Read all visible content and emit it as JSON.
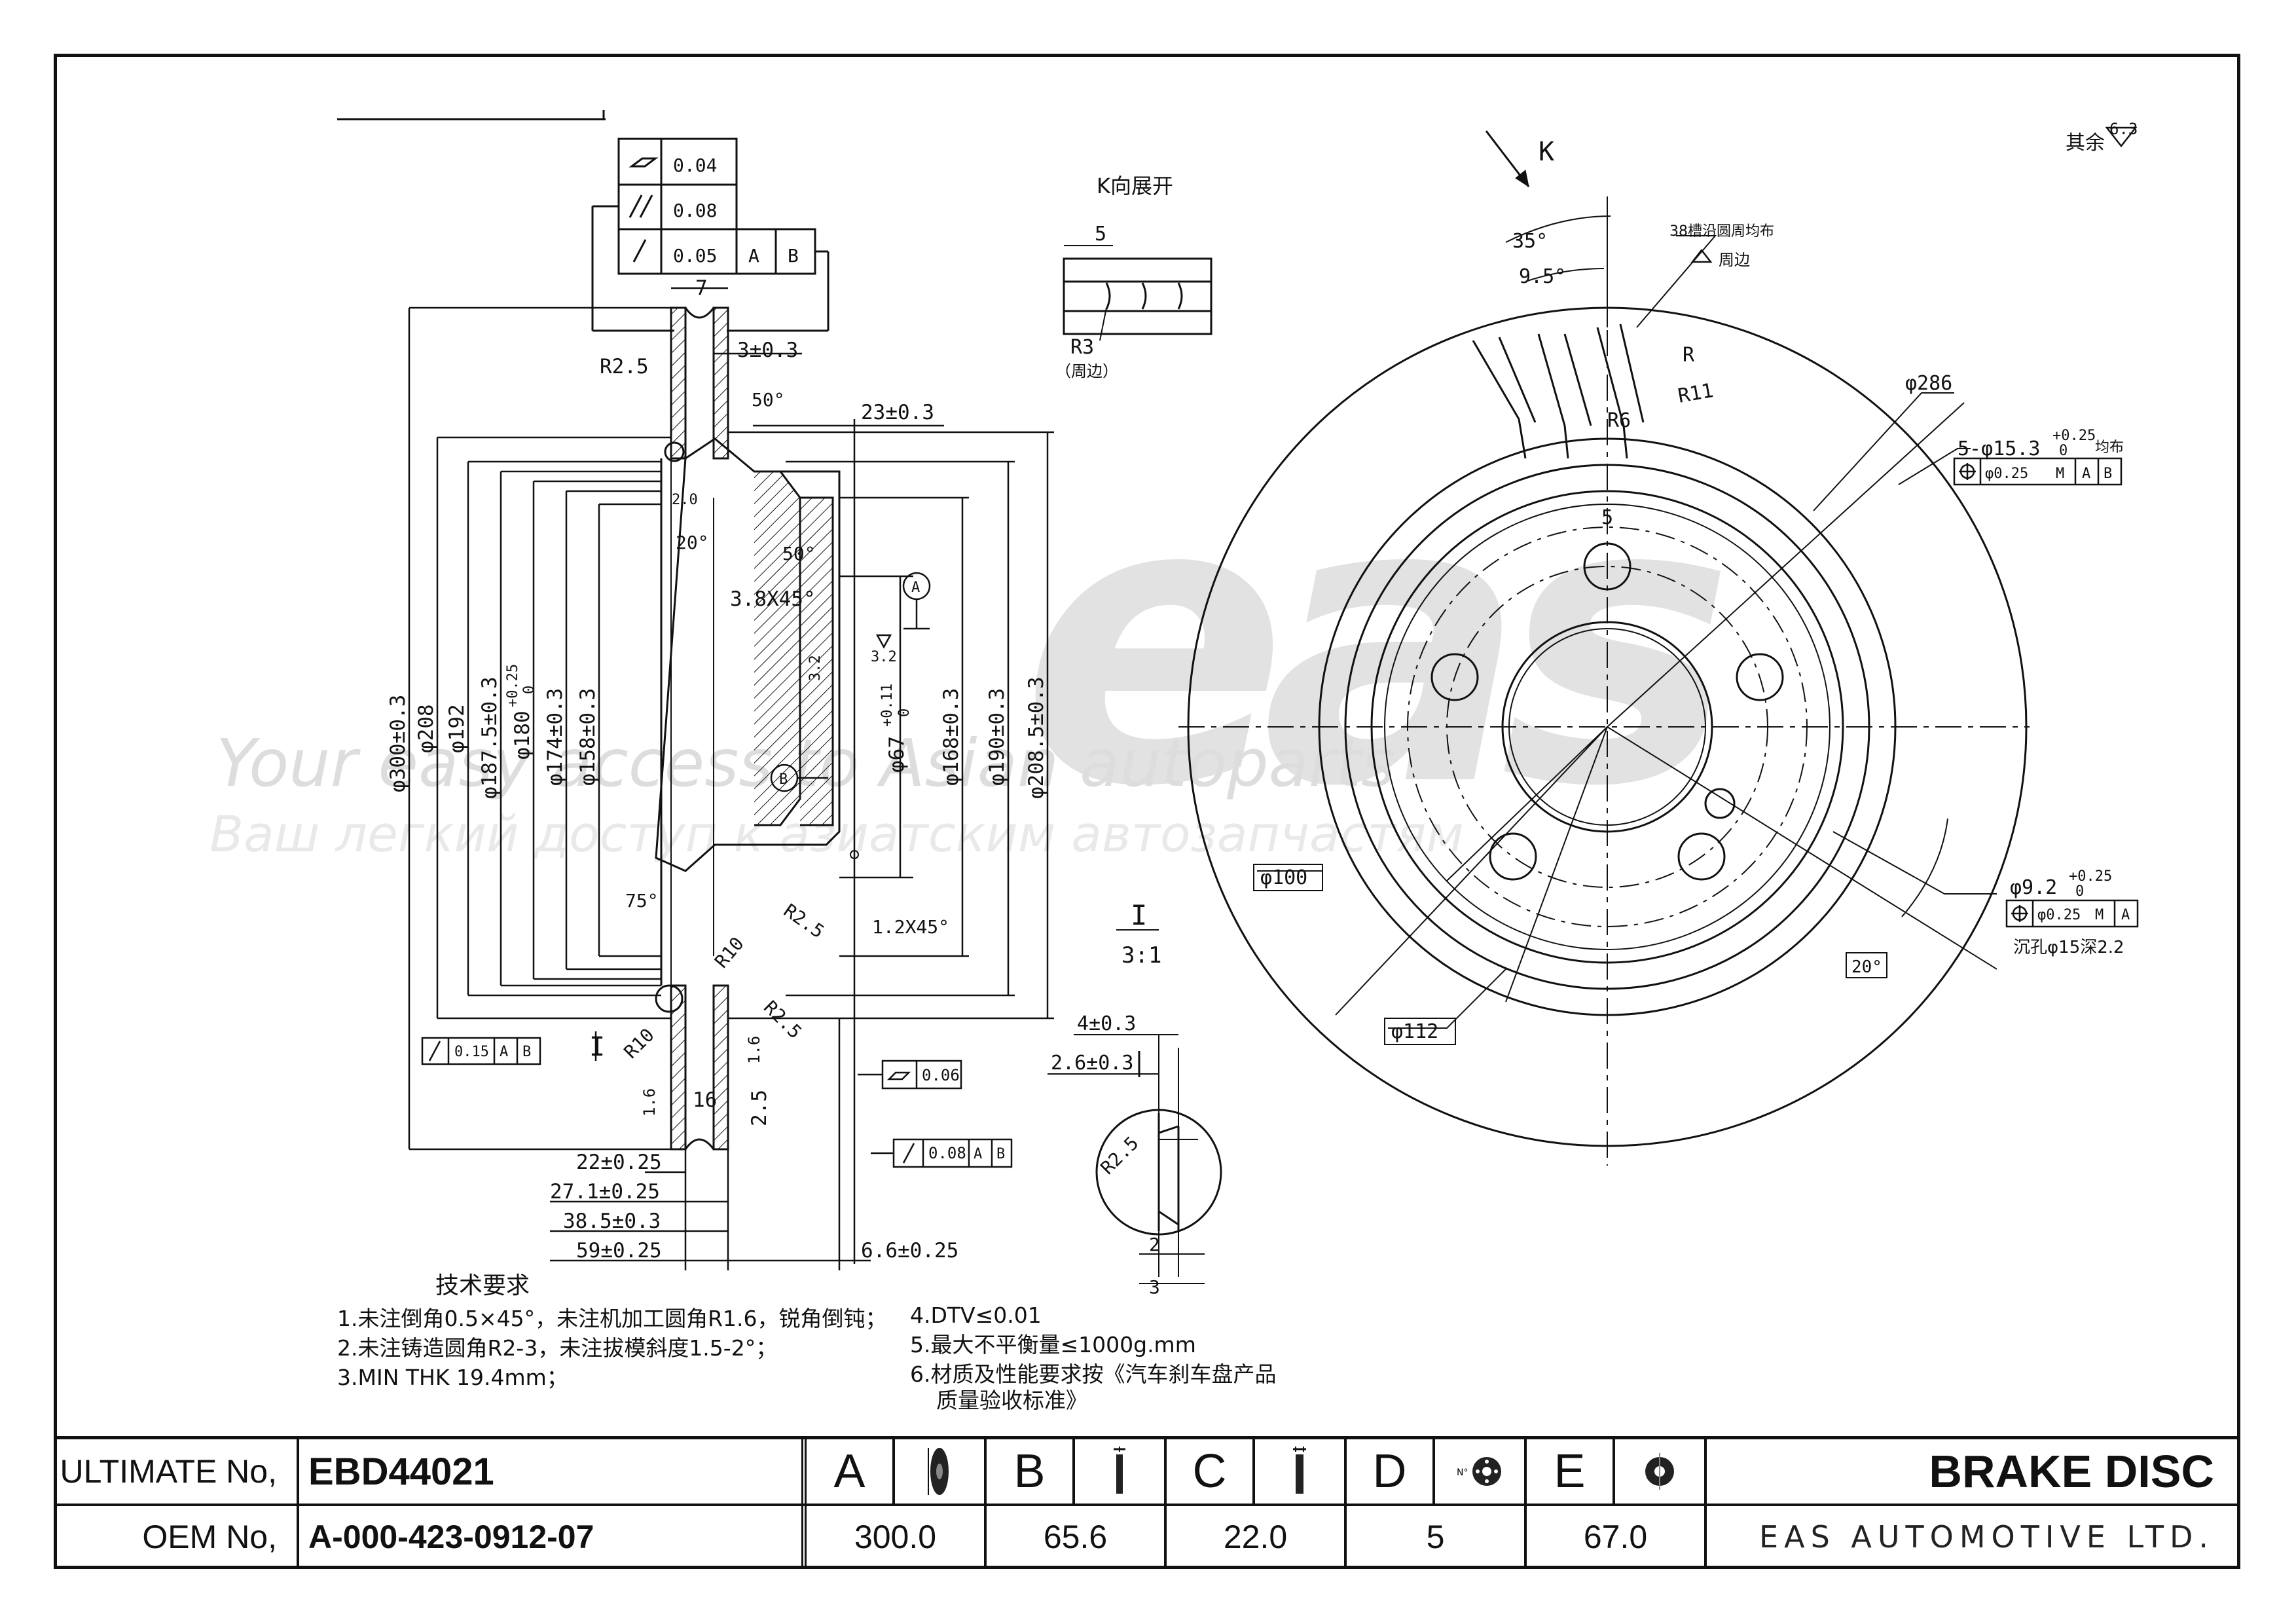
{
  "watermark": {
    "logo": "eas",
    "tagline_en": "Your easy access to Asian autoparts",
    "tagline_ru": "Ваш легкий доступ к азиатским автозапчастям"
  },
  "flatness_frame": [
    "0.04",
    "0.08",
    "0.05",
    "A",
    "B"
  ],
  "section_dims": {
    "d_300": "φ300±0.3",
    "d_208": "φ208",
    "d_192": "φ192",
    "d_1875": "φ187.5±0.3",
    "d_180": "φ180",
    "d_180_tol": "+0.25",
    "d_180_tol2": "0",
    "d_174": "φ174±0.3",
    "d_158": "φ158±0.3",
    "d_67": "φ67",
    "d_67_tol": "+0.11",
    "d_67_tol2": "0",
    "d_168": "φ168±0.3",
    "d_190": "φ190±0.3",
    "d_2085": "φ208.5±0.3",
    "w_7": "7",
    "t_3": "3±0.3",
    "r_25": "R2.5",
    "ang_50a": "50°",
    "h_23": "23±0.3",
    "v_20": "2.0",
    "ang_20": "20°",
    "ang_50b": "50°",
    "ch_38": "3.8X45°",
    "rough_32a": "3.2",
    "rough_32b": "3.2",
    "datum_a": "A",
    "datum_b": "B",
    "ang_75": "75°",
    "r_25b": "R2.5",
    "ch_12": "1.2X45°",
    "r_10a": "R10",
    "r_10b": "R10",
    "r_25c": "R2.5",
    "v_16a": "1.6",
    "v_16b": "1.6",
    "w_16": "16",
    "w_25": "2.5",
    "rb_val": "0.15",
    "rb_a": "A",
    "rb_b": "B",
    "sec_mark": "I",
    "flat2": "0.06",
    "run2": "0.08",
    "run2_a": "A",
    "run2_b": "B",
    "h_22": "22±0.25",
    "h_271": "27.1±0.25",
    "h_385": "38.5±0.3",
    "h_59": "59±0.25",
    "h_66": "6.6±0.25"
  },
  "k_view": {
    "title": "K向展开",
    "dim5": "5",
    "r3": "R3",
    "r3_note": "（周边）"
  },
  "detail": {
    "mark": "I",
    "scale": "3:1",
    "d4": "4±0.3",
    "d26": "2.6±0.3",
    "r25": "R2.5",
    "d2": "2",
    "d3": "3"
  },
  "front_dims": {
    "k": "K",
    "ang35": "35°",
    "ang95": "9.5°",
    "slots_note": "38槽沿圆周均布",
    "edge_note": "周边",
    "r": "R",
    "r11": "R11",
    "r6": "R6",
    "d286": "φ286",
    "holes": "5-φ15.3",
    "holes_tol": "+0.25",
    "holes_tol2": "0",
    "holes_eq": "均布",
    "pos1": "φ0.25",
    "pos1_m": "M",
    "pos1_a": "A",
    "pos1_b": "B",
    "w5": "5",
    "d100": "φ100",
    "hole9": "φ9.2",
    "hole9_tol": "+0.25",
    "hole9_tol2": "0",
    "pos2": "φ0.25",
    "pos2_m": "M",
    "pos2_a": "A",
    "sink": "沉孔φ15深2.2",
    "ang20": "20°",
    "d112": "φ112",
    "other_rough": "其余",
    "rough63": "6.3"
  },
  "notes": {
    "title": "技术要求",
    "lines": [
      "1.未注倒角0.5×45°，未注机加工圆角R1.6，锐角倒钝；",
      "2.未注铸造圆角R2-3，未注拔模斜度1.5-2°；",
      "3.MIN THK 19.4mm；"
    ],
    "lines2": [
      "4.DTV≤0.01",
      "5.最大不平衡量≤1000g.mm",
      "6.材质及性能要求按《汽车刹车盘产品",
      "质量验收标准》"
    ]
  },
  "titleblock": {
    "ultimate_label": "ULTIMATE No,",
    "ultimate_value": "EBD44021",
    "oem_label": "OEM No,",
    "oem_value": "A-000-423-0912-07",
    "columns": [
      {
        "letter": "A",
        "icon": "disc-diameter-icon",
        "value": "300.0"
      },
      {
        "letter": "B",
        "icon": "disc-height-icon",
        "value": "65.6"
      },
      {
        "letter": "C",
        "icon": "disc-thickness-icon",
        "value": "22.0"
      },
      {
        "letter": "D",
        "icon": "bolt-holes-icon",
        "value": "5"
      },
      {
        "letter": "E",
        "icon": "center-bore-icon",
        "value": "67.0"
      }
    ],
    "product": "BRAKE DISC",
    "company": "EAS AUTOMOTIVE LTD."
  },
  "colors": {
    "line": "#111111",
    "watermark": "#d8d8d8",
    "background": "#ffffff"
  }
}
